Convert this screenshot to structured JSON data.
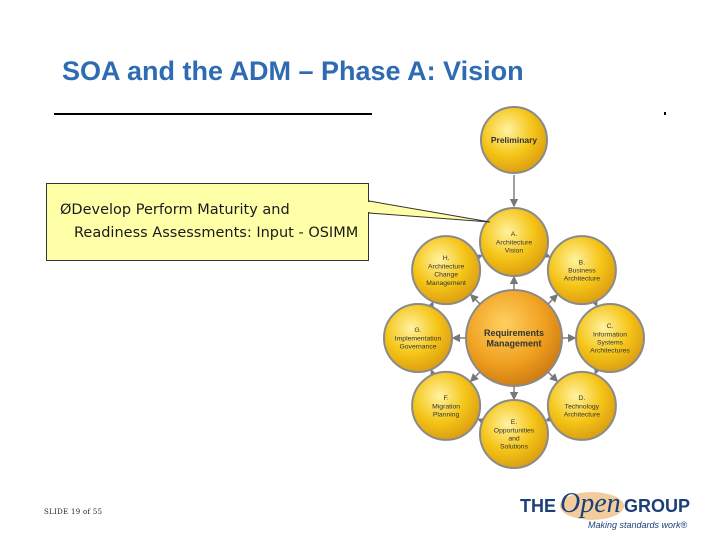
{
  "slide": {
    "title": "SOA and the ADM – Phase A: Vision",
    "callout_bullet": "Ø",
    "callout_line1": "Develop Perform Maturity and",
    "callout_line2": "Readiness Assessments: Input - OSIMM",
    "footer": "SLIDE 19 of 55"
  },
  "logo": {
    "the": "THE",
    "open": "Open",
    "group": "GROUP",
    "tagline": "Making standards work®"
  },
  "colors": {
    "title": "#2e6bb3",
    "callout_bg": "#ffffa8",
    "phase_fill": "#f5c518",
    "center_fill": "#f0a020",
    "outline": "#8a8a8a"
  },
  "adm": {
    "center": [
      "Requirements",
      "Management"
    ],
    "preliminary": [
      "Preliminary"
    ],
    "phases": [
      {
        "letter": "A.",
        "lines": [
          "Architecture",
          "Vision"
        ]
      },
      {
        "letter": "B.",
        "lines": [
          "Business",
          "Architecture"
        ]
      },
      {
        "letter": "C.",
        "lines": [
          "Information",
          "Systems",
          "Architectures"
        ]
      },
      {
        "letter": "D.",
        "lines": [
          "Technology",
          "Architecture"
        ]
      },
      {
        "letter": "E.",
        "lines": [
          "Opportunities",
          "and",
          "Solutions"
        ]
      },
      {
        "letter": "F.",
        "lines": [
          "Migration",
          "Planning"
        ]
      },
      {
        "letter": "G.",
        "lines": [
          "Implementation",
          "Governance"
        ]
      },
      {
        "letter": "H.",
        "lines": [
          "Architecture",
          "Change",
          "Management"
        ]
      }
    ]
  }
}
